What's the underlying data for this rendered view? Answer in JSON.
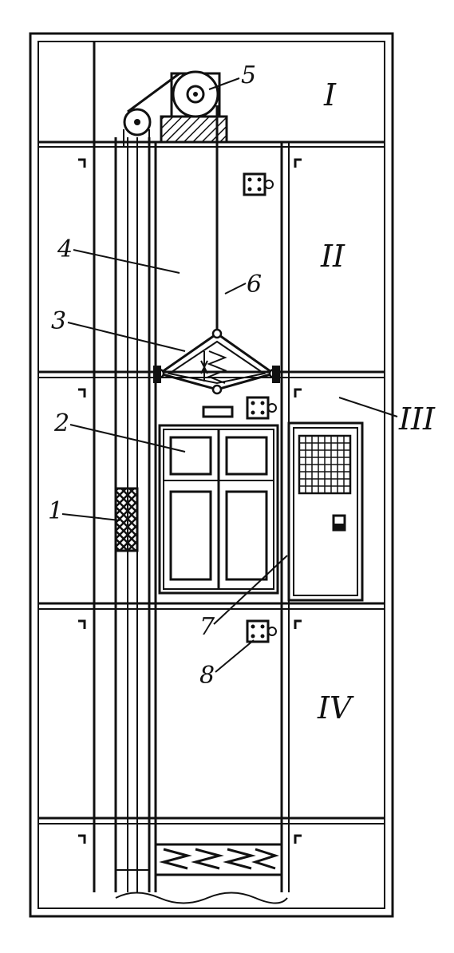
{
  "labels": {
    "callout_1": "1",
    "callout_2": "2",
    "callout_3": "3",
    "callout_4": "4",
    "callout_5": "5",
    "callout_6": "6",
    "callout_7": "7",
    "callout_8": "8"
  },
  "floors": {
    "floor_1": "I",
    "floor_2": "II",
    "floor_3": "III",
    "floor_4": "IV"
  }
}
